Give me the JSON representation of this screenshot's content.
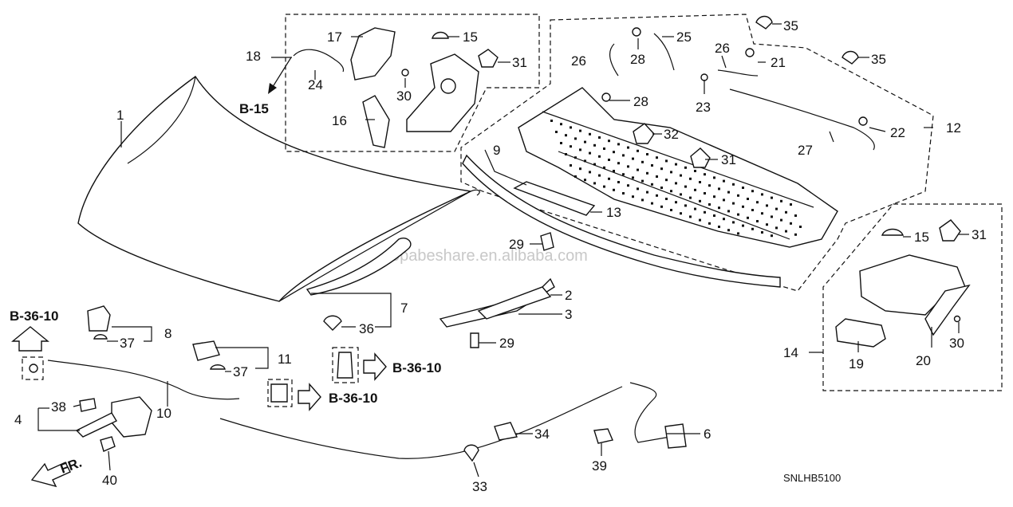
{
  "diagram_code": "SNLHB5100",
  "watermark": "copabeshare.en.alibaba.com",
  "arrow_icon": "front-arrow-icon",
  "front_label": "FR.",
  "refs": {
    "b15": "B-15",
    "b3610_a": "B-36-10",
    "b3610_b": "B-36-10",
    "b3610_c": "B-36-10"
  },
  "callouts": {
    "c1": "1",
    "c2": "2",
    "c3": "3",
    "c4": "4",
    "c6": "6",
    "c7": "7",
    "c8": "8",
    "c9": "9",
    "c10": "10",
    "c11": "11",
    "c12": "12",
    "c13": "13",
    "c14": "14",
    "c15a": "15",
    "c15b": "15",
    "c16": "16",
    "c17": "17",
    "c18": "18",
    "c19": "19",
    "c20": "20",
    "c21": "21",
    "c22": "22",
    "c23": "23",
    "c24": "24",
    "c25": "25",
    "c26a": "26",
    "c26b": "26",
    "c27": "27",
    "c28a": "28",
    "c28b": "28",
    "c29a": "29",
    "c29b": "29",
    "c30a": "30",
    "c30b": "30",
    "c31a": "31",
    "c31b": "31",
    "c31c": "31",
    "c32": "32",
    "c33": "33",
    "c34": "34",
    "c35a": "35",
    "c35b": "35",
    "c36": "36",
    "c37a": "37",
    "c37b": "37",
    "c38": "38",
    "c39": "39",
    "c40": "40"
  }
}
